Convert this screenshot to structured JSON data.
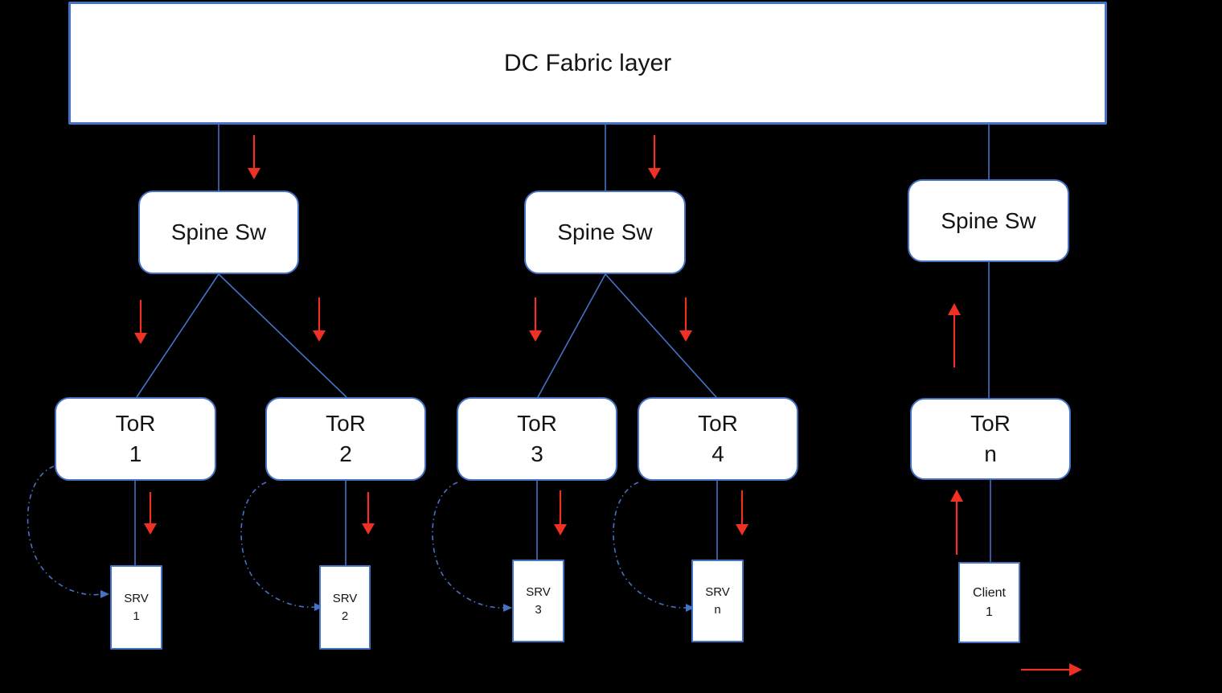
{
  "diagram": {
    "title": "DC Fabric layer",
    "spines": [
      {
        "label": "Spine Sw"
      },
      {
        "label": "Spine Sw"
      },
      {
        "label": "Spine Sw"
      }
    ],
    "tors": [
      {
        "label": "ToR",
        "sub": "1"
      },
      {
        "label": "ToR",
        "sub": "2"
      },
      {
        "label": "ToR",
        "sub": "3"
      },
      {
        "label": "ToR",
        "sub": "4"
      },
      {
        "label": "ToR",
        "sub": "n"
      }
    ],
    "servers": [
      {
        "label": "SRV",
        "sub": "1"
      },
      {
        "label": "SRV",
        "sub": "2"
      },
      {
        "label": "SRV",
        "sub": "3"
      },
      {
        "label": "SRV",
        "sub": "n"
      }
    ],
    "client": {
      "label": "Client",
      "sub": "1"
    }
  },
  "colors": {
    "background": "#000000",
    "node_fill": "#FFFFFF",
    "node_border_blue": "#4472C4",
    "connector_blue": "#4472C4",
    "arrow_red": "#EE3124",
    "text": "#151515"
  }
}
